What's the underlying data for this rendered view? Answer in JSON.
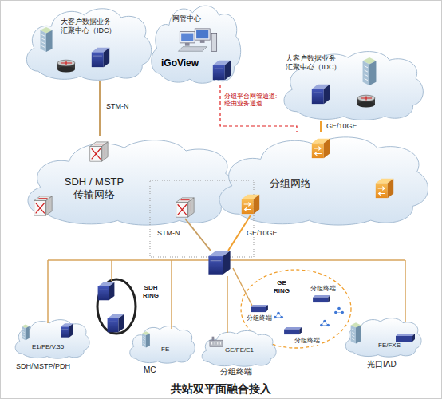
{
  "diagram": {
    "title": "共站双平面融合接入",
    "nodes": [
      {
        "text": [
          "大客户数据业务 汇聚中心（IDC）"
        ]
      },
      {
        "text": [
          "网管中心",
          "iGoView"
        ]
      },
      {
        "text": [
          "大客户数据业务 汇聚中心（IDC）"
        ]
      },
      {
        "text": [
          "SDH / MSTP 传输网络"
        ]
      },
      {
        "text": [
          "分组网络"
        ]
      },
      {
        "text": [
          "SDH RING"
        ]
      },
      {
        "text": [
          "GE RING"
        ]
      },
      {
        "text": [
          "E1/FE/V.35",
          "SDH/MSTP/PDH"
        ]
      },
      {
        "text": [
          "FE",
          "MC"
        ]
      },
      {
        "text": [
          "GE/FE/E1",
          "分组终端"
        ]
      },
      {
        "text": [
          "FE/FXS",
          "光口IAD"
        ]
      }
    ],
    "edges": [
      {
        "from": 0,
        "to": 3,
        "label": "STM-N",
        "arrow": "none"
      },
      {
        "from": 2,
        "to": 4,
        "label": "GE/10GE",
        "arrow": "none"
      },
      {
        "from": 1,
        "to": 4,
        "label": "分组平台网管通道: 经由业务通道",
        "arrow": "none"
      }
    ],
    "labels": [
      "STM-N",
      "GE/10GE",
      "分组终端",
      "分组终端",
      "分组终端"
    ]
  }
}
